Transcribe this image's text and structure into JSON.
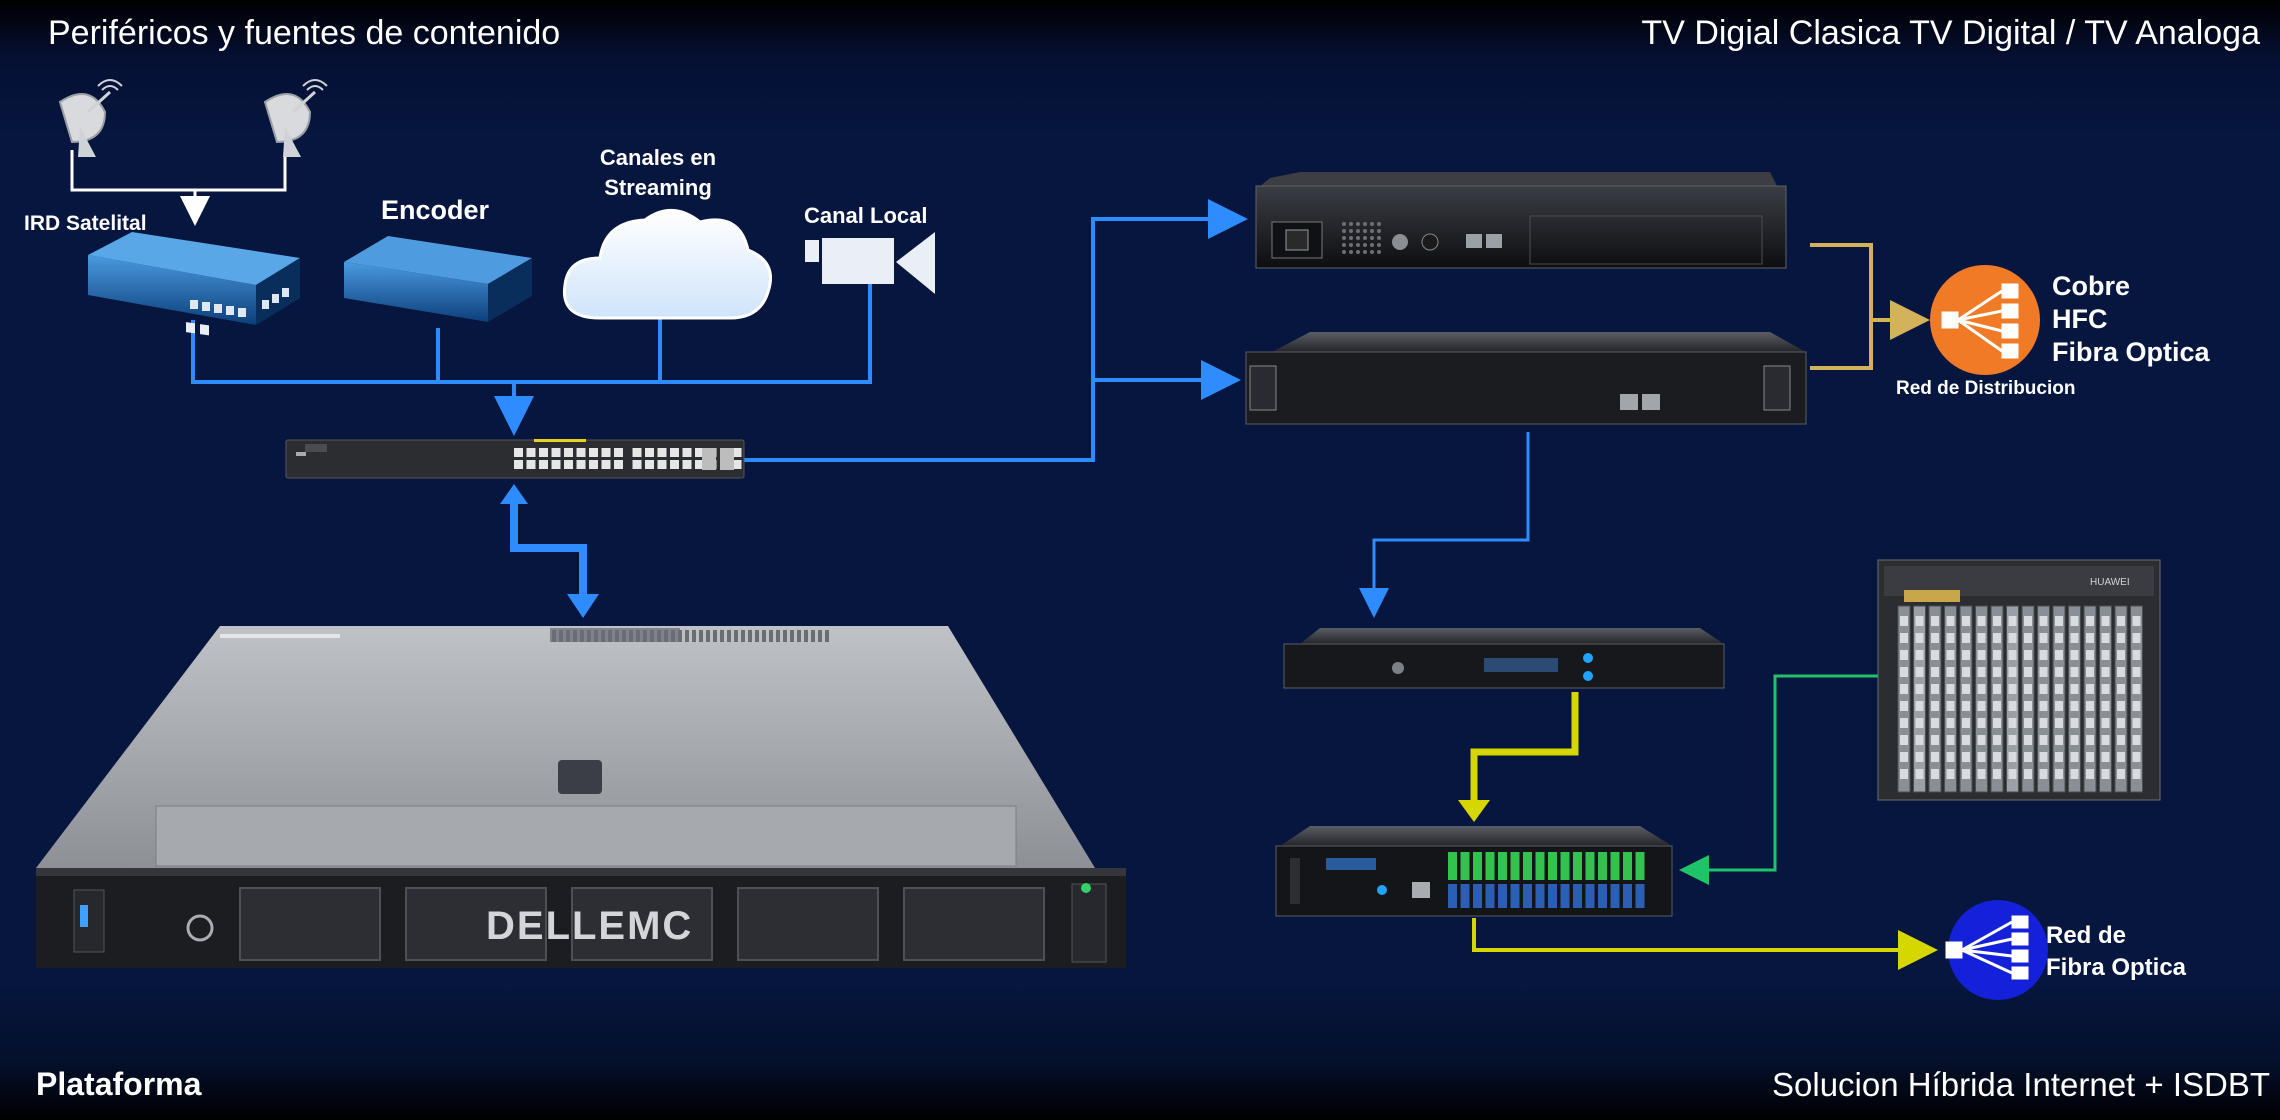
{
  "header": {
    "left_title": "Periféricos y fuentes de contenido",
    "right_title": "TV Digial Clasica  TV Digital / TV Analoga"
  },
  "footer": {
    "left_title": "Plataforma",
    "right_title": "Solucion Híbrida Internet + ISDBT"
  },
  "sources": {
    "ird": "IRD Satelital",
    "encoder": "Encoder",
    "streaming_line1": "Canales en",
    "streaming_line2": "Streaming",
    "local": "Canal Local"
  },
  "server": {
    "brand": "DELLEMC"
  },
  "distribution": {
    "types": [
      "Cobre",
      "HFC",
      "Fibra Optica"
    ],
    "caption": "Red de Distribucion"
  },
  "fiber_net": {
    "line1": "Red de",
    "line2": "Fibra Optica"
  },
  "devices": {
    "rack_brand": "HUAWEI"
  },
  "colors": {
    "background": "#06163f",
    "link_blue": "#2f8cff",
    "link_gold": "#d4b25a",
    "link_yellow": "#d6d600",
    "link_green": "#1fc46a",
    "distribution_orange": "#f07a26",
    "fiber_blue": "#1421d8"
  }
}
